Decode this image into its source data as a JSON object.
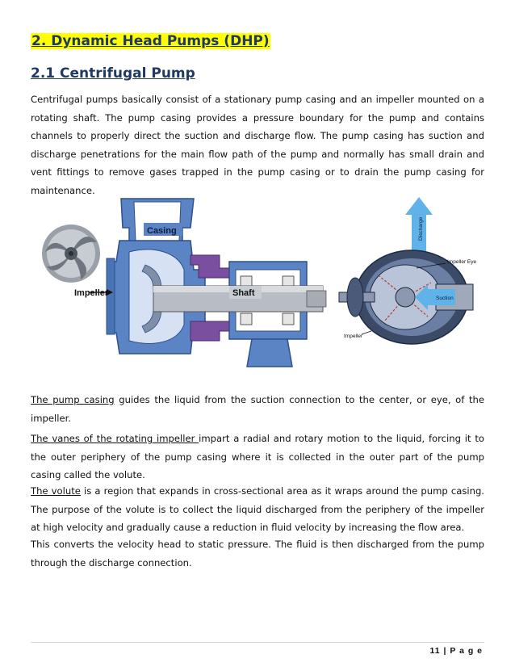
{
  "section_heading": "2. Dynamic Head Pumps (DHP)",
  "subsection_heading": "2.1 Centrifugal Pump",
  "intro_paragraph": "Centrifugal pumps basically consist of a stationary pump casing and an impeller mounted on a rotating shaft. The pump casing provides a pressure boundary for the pump and contains channels to properly direct the suction and discharge flow. The pump casing has suction and discharge penetrations for the main flow path of the pump and normally has small drain and vent fittings to remove gases trapped in the pump casing or to drain the pump casing for maintenance.",
  "figure": {
    "labels": {
      "casing": "Casing",
      "impeller": "Impeller",
      "shaft": "Shaft",
      "discharge": "Discharge",
      "impeller_eye": "Impeller Eye",
      "suction": "Suction",
      "impeller_small": "Impeller"
    },
    "colors": {
      "casing_blue": "#5b84c4",
      "casing_dark": "#2f4f8f",
      "purple": "#7a4fa0",
      "shaft_gray": "#b8bcc4",
      "flow_blue": "#5fb3e8"
    }
  },
  "para_casing": {
    "term": "The pump casing",
    "rest": " guides the liquid from the suction connection to the center, or eye, of the impeller."
  },
  "para_vanes": {
    "term": "The vanes of the rotating impeller ",
    "rest": "impart a radial and rotary motion to the liquid, forcing it to the outer periphery of the pump casing where it is collected in the outer part of the pump casing called the volute."
  },
  "para_volute": {
    "term": "The volute",
    "rest": " is a region that expands in cross-sectional area as it wraps around the pump casing. The purpose of the volute is to collect the liquid discharged from the periphery of the impeller at high velocity and gradually cause a reduction in fluid velocity by increasing the flow area."
  },
  "para_converts": "This converts the velocity head to static pressure. The fluid is then discharged from the pump through the discharge connection.",
  "footer": "11 | P a g e"
}
